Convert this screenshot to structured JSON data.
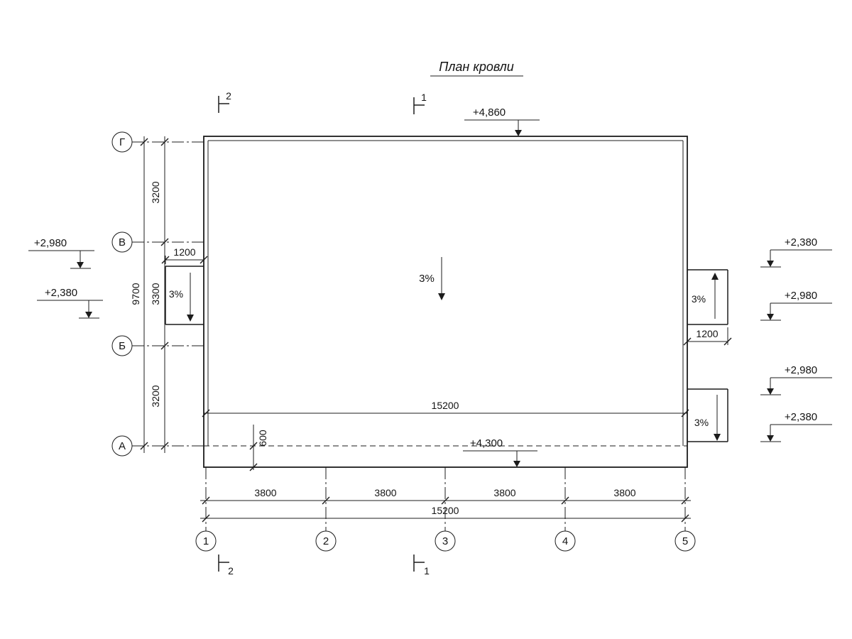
{
  "title": "План кровли",
  "colors": {
    "ink": "#1c1c1c",
    "paper": "#ffffff"
  },
  "axes": {
    "rows": [
      "Г",
      "В",
      "Б",
      "А"
    ],
    "cols": [
      "1",
      "2",
      "3",
      "4",
      "5"
    ]
  },
  "dimensions": {
    "left_segments": [
      "3200",
      "3300",
      "3200"
    ],
    "left_total": "9700",
    "bottom_segments": [
      "3800",
      "3800",
      "3800",
      "3800"
    ],
    "bottom_total": "15200",
    "inner_width": "15200",
    "canopy_left_width": "1200",
    "canopy_right_width": "1200",
    "eave_offset": "600"
  },
  "elevations": {
    "roof_top": "+4,860",
    "roof_low": "+4,300",
    "left_upper": "+2,980",
    "left_lower": "+2,380",
    "right_1": "+2,380",
    "right_2": "+2,980",
    "right_3": "+2,980",
    "right_4": "+2,380"
  },
  "slopes": {
    "main": "3%",
    "canopy_left": "3%",
    "canopy_right_upper": "3%",
    "canopy_right_lower": "3%"
  },
  "sections": {
    "cut_1": "1",
    "cut_2": "2"
  }
}
